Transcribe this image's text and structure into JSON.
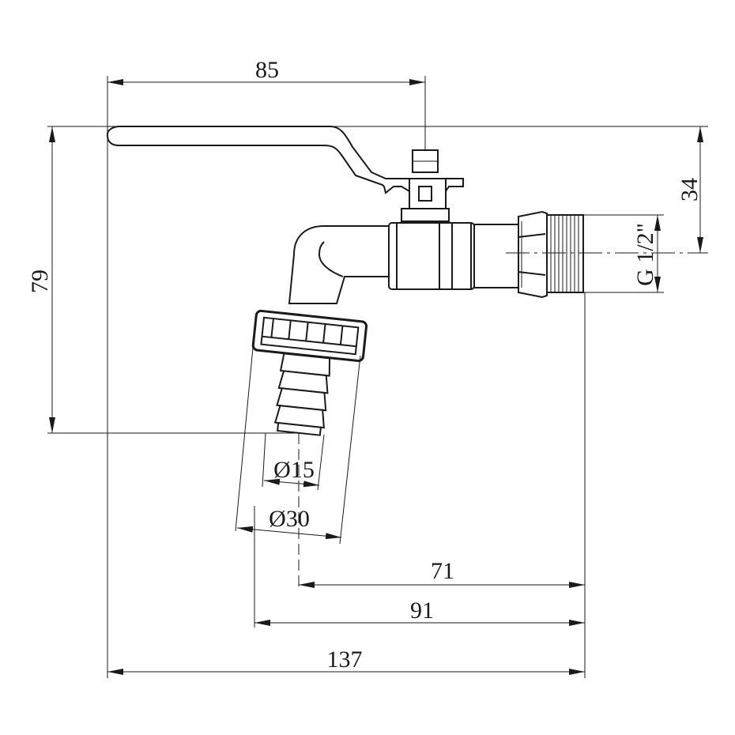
{
  "drawing": {
    "line_color": "#1a1a1a",
    "background": "#ffffff",
    "dimensions": {
      "handle_length": "85",
      "handle_height": "34",
      "overall_height": "79",
      "thread": "G 1/2\"",
      "hose_diameter": "Ø15",
      "outer_diameter": "Ø30",
      "dim_71": "71",
      "dim_91": "91",
      "overall_length": "137"
    }
  }
}
